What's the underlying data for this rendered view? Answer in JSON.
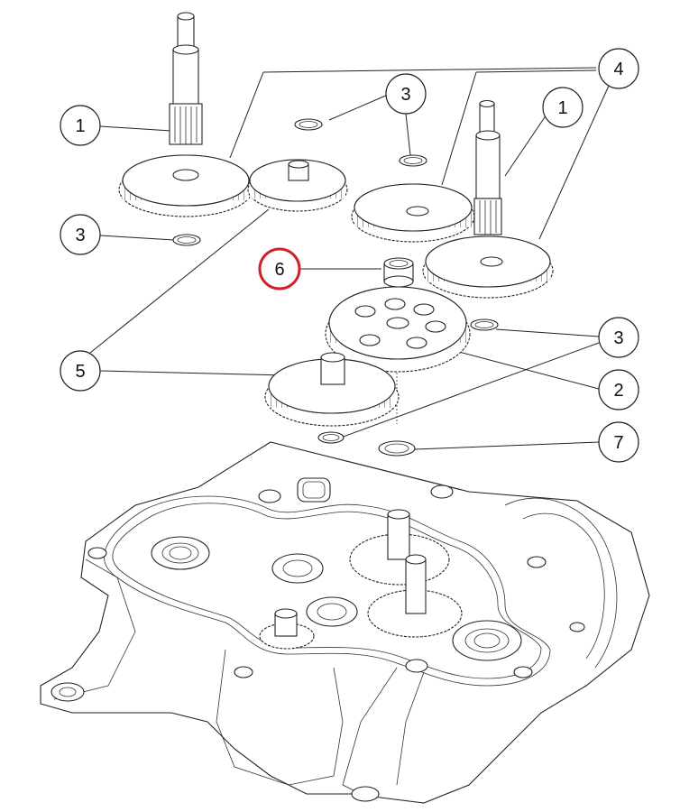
{
  "diagram": {
    "callouts": [
      {
        "id": "c1a",
        "label": "1"
      },
      {
        "id": "c1b",
        "label": "1"
      },
      {
        "id": "c3a",
        "label": "3"
      },
      {
        "id": "c3b",
        "label": "3"
      },
      {
        "id": "c3c",
        "label": "3"
      },
      {
        "id": "c4",
        "label": "4"
      },
      {
        "id": "c5",
        "label": "5"
      },
      {
        "id": "c6",
        "label": "6"
      },
      {
        "id": "c2",
        "label": "2"
      },
      {
        "id": "c7",
        "label": "7"
      }
    ],
    "highlight_color": "#d0202a",
    "line_color": "#222222"
  }
}
